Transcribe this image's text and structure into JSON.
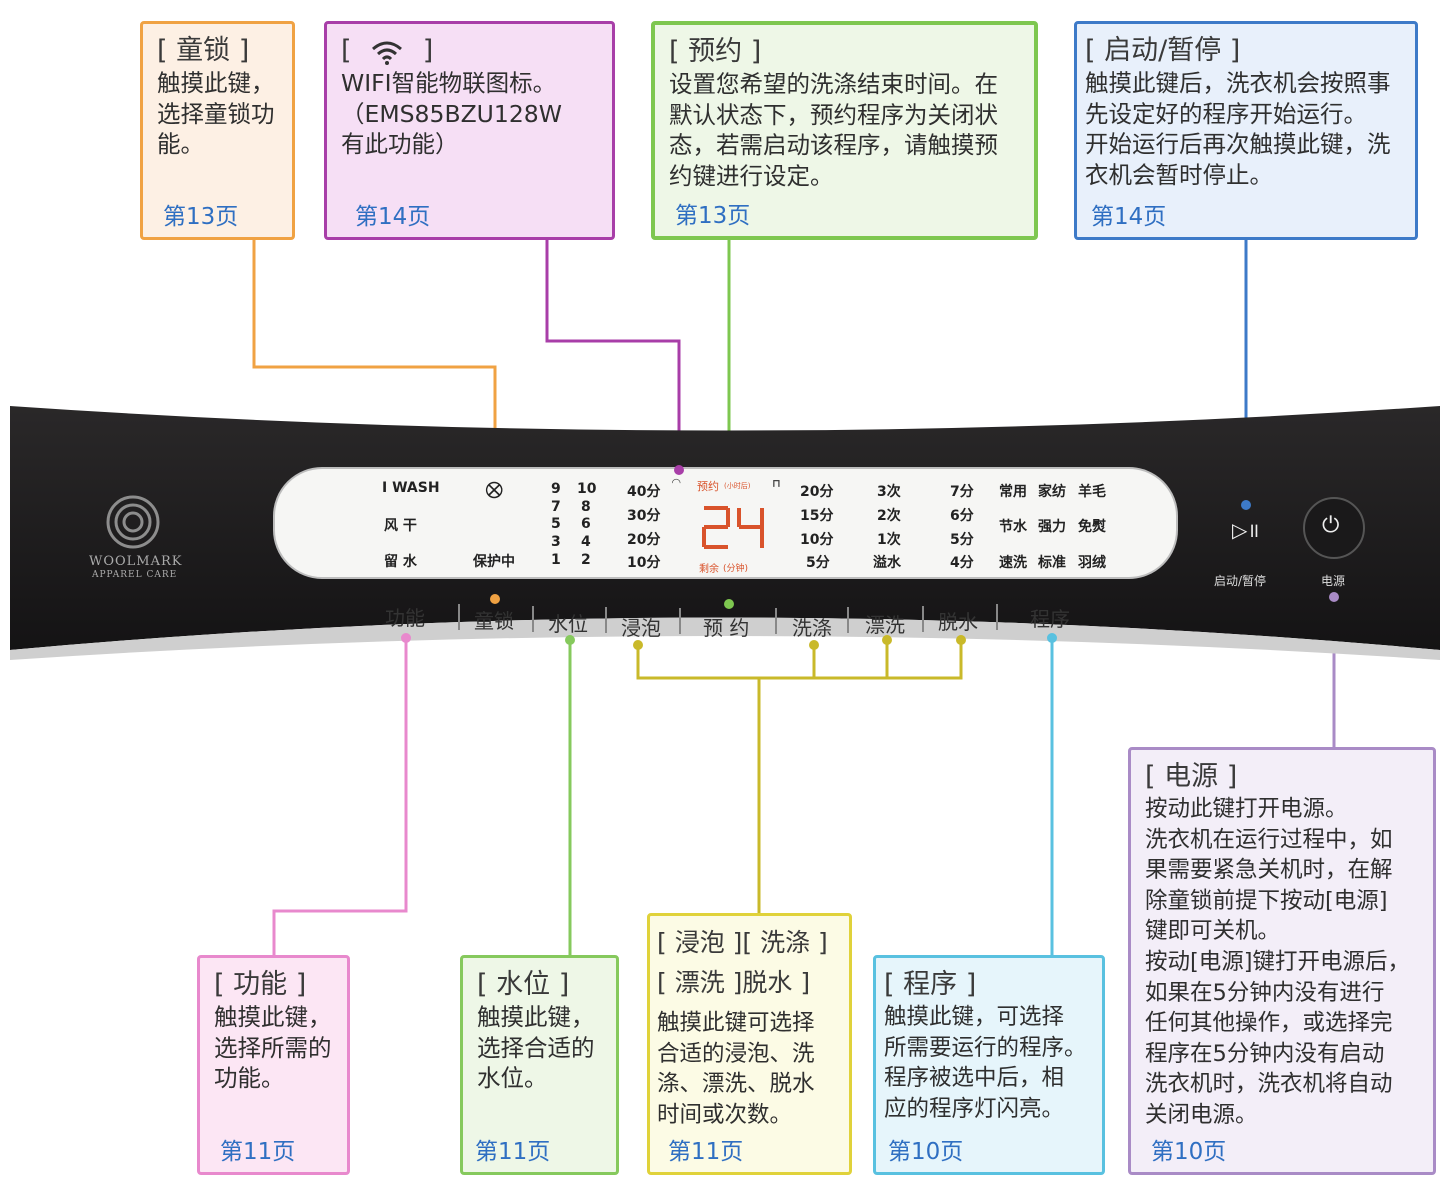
{
  "colors": {
    "orange": "#f0a243",
    "purple": "#a83ea8",
    "green": "#7ec750",
    "blue": "#3d7ac8",
    "pink": "#e889cd",
    "lightgreen": "#86c95d",
    "yellow": "#c9b92a",
    "cyan": "#59c1e0",
    "violet": "#a98bc6",
    "panel": "#1e1c1d",
    "display_digits": "#d9532b"
  },
  "callouts": {
    "lock": {
      "title": "[ 童锁 ]",
      "body": "触摸此键，\n选择童锁功\n能。",
      "page": "第13页"
    },
    "wifi": {
      "title_left": "[",
      "title_right": "]",
      "icon": "wifi-icon",
      "body": "WIFI智能物联图标。\n（EMS85BZU128W\n有此功能）",
      "page": "第14页"
    },
    "reservation": {
      "title": "[ 预约 ]",
      "body": "设置您希望的洗涤结束时间。在\n默认状态下，预约程序为关闭状\n态，若需启动该程序，请触摸预\n约键进行设定。",
      "page": "第13页"
    },
    "start": {
      "title": "[ 启动/暂停 ]",
      "body": "触摸此键后，洗衣机会按照事\n先设定好的程序开始运行。\n开始运行后再次触摸此键，洗\n衣机会暂时停止。",
      "page": "第14页"
    },
    "function": {
      "title": "[ 功能 ]",
      "body": "触摸此键，\n选择所需的\n功能。",
      "page": "第11页"
    },
    "water": {
      "title": "[ 水位 ]",
      "body": "触摸此键，\n选择合适的\n水位。",
      "page": "第11页"
    },
    "wash": {
      "title1": "[ 浸泡 ][ 洗涤 ]",
      "title2": "[ 漂洗 ]脱水  ]",
      "body": "触摸此键可选择\n合适的浸泡、洗\n涤、漂洗、脱水\n时间或次数。",
      "page": "第11页"
    },
    "program": {
      "title": "[ 程序 ]",
      "body": "触摸此键，可选择\n所需要运行的程序。\n程序被选中后，相\n应的程序灯闪亮。",
      "page": "第10页"
    },
    "power": {
      "title": "[ 电源 ]",
      "body": "按动此键打开电源。\n洗衣机在运行过程中，如\n果需要紧急关机时，在解\n除童锁前提下按动[电源]\n键即可关机。\n按动[电源]键打开电源后，\n如果在5分钟内没有进行\n任何其他操作，或选择完\n程序在5分钟内没有启动\n洗衣机时，洗衣机将自动\n关闭电源。",
      "page": "第10页"
    }
  },
  "panel": {
    "logo_line1": "WOOLMARK",
    "logo_line2": "APPAREL CARE",
    "buttons": [
      "功能",
      "童锁",
      "水位",
      "浸泡",
      "预 约",
      "洗涤",
      "漂洗",
      "脱水",
      "程序"
    ],
    "start_label": "启动/暂停",
    "power_label": "电源",
    "display": {
      "func_col": [
        "I WASH",
        "风 干",
        "留 水"
      ],
      "lock_text": "保护中",
      "water_levels": [
        [
          "9",
          "10"
        ],
        [
          "7",
          "8"
        ],
        [
          "5",
          "6"
        ],
        [
          "3",
          "4"
        ],
        [
          "1",
          "2"
        ]
      ],
      "soak": [
        "40分",
        "30分",
        "20分",
        "10分"
      ],
      "reserve_top": "预约",
      "reserve_top_small": "(小时后)",
      "digits": "24",
      "remaining": "剩余",
      "remaining_small": "(分钟)",
      "wash": [
        "20分",
        "15分",
        "10分",
        "5分"
      ],
      "rinse": [
        "3次",
        "2次",
        "1次",
        "溢水"
      ],
      "spin": [
        "7分",
        "6分",
        "5分",
        "4分"
      ],
      "programs": [
        [
          "常用",
          "家纺",
          "羊毛"
        ],
        [
          "节水",
          "强力",
          "免熨"
        ],
        [
          "速洗",
          "标准",
          "羽绒"
        ]
      ]
    }
  }
}
